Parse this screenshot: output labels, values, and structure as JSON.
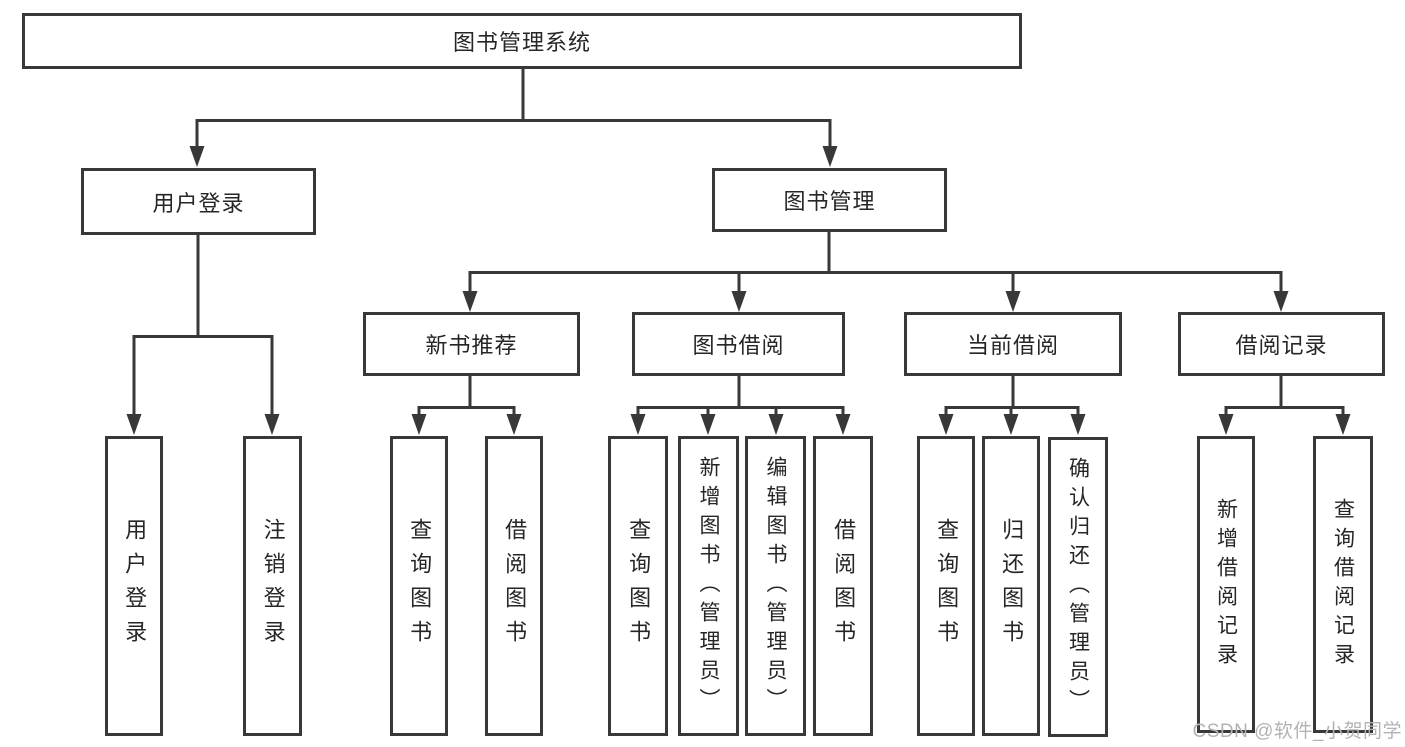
{
  "diagram": {
    "root": {
      "label": "图书管理系统"
    },
    "branches": [
      {
        "label": "用户登录",
        "leaves": [
          {
            "label": "用户登录"
          },
          {
            "label": "注销登录"
          }
        ]
      },
      {
        "label": "图书管理",
        "groups": [
          {
            "label": "新书推荐",
            "leaves": [
              {
                "label": "查询图书"
              },
              {
                "label": "借阅图书"
              }
            ]
          },
          {
            "label": "图书借阅",
            "leaves": [
              {
                "label": "查询图书"
              },
              {
                "label": "新增图书（管理员）"
              },
              {
                "label": "编辑图书（管理员）"
              },
              {
                "label": "借阅图书"
              }
            ]
          },
          {
            "label": "当前借阅",
            "leaves": [
              {
                "label": "查询图书"
              },
              {
                "label": "归还图书"
              },
              {
                "label": "确认归还（管理员）"
              }
            ]
          },
          {
            "label": "借阅记录",
            "leaves": [
              {
                "label": "新增借阅记录"
              },
              {
                "label": "查询借阅记录"
              }
            ]
          }
        ]
      }
    ]
  },
  "watermark": {
    "text": "CSDN @软件_小贺同学"
  },
  "colors": {
    "line": "#383838",
    "text": "#262626",
    "watermark": "#b3b3b3",
    "background": "#ffffff"
  }
}
